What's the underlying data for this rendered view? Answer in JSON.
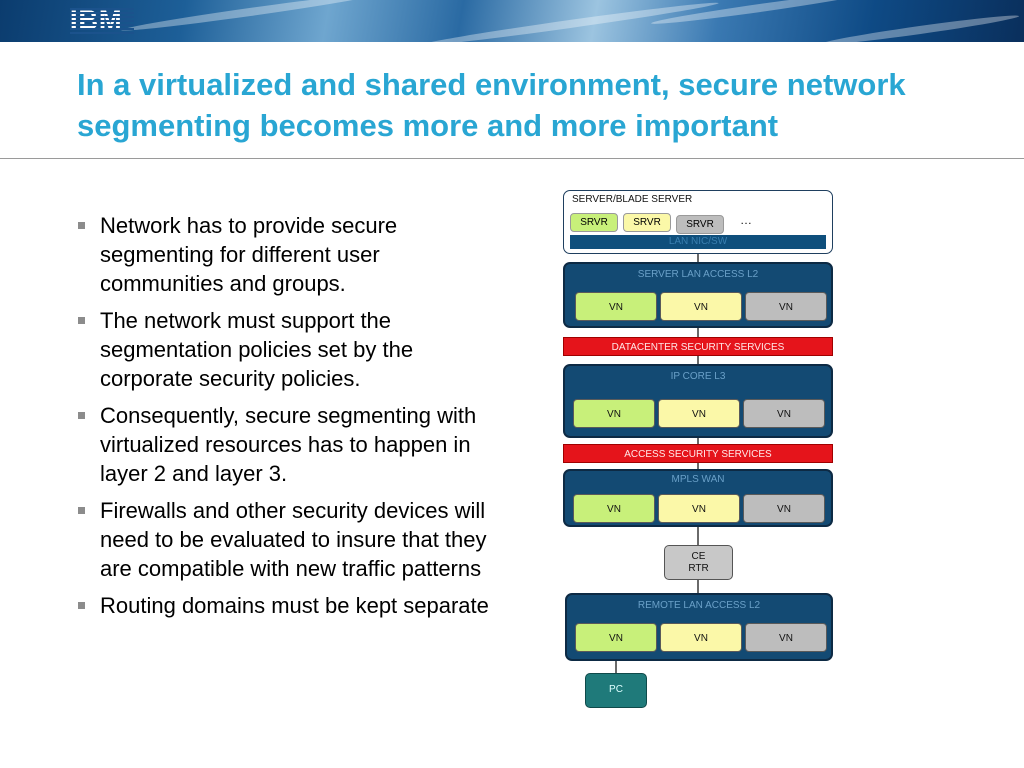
{
  "header": {
    "logo": "IBM"
  },
  "title": "In a virtualized and shared environment, secure network segmenting becomes more and more important",
  "bullets": [
    "Network has to provide secure segmenting for different user communities and groups.",
    "The network must support the segmentation policies set by the corporate security policies.",
    "Consequently, secure segmenting with virtualized resources has to happen in layer 2 and layer 3.",
    "Firewalls and other security devices will need to be evaluated to insure that they are compatible with new traffic patterns",
    "Routing domains must be kept separate"
  ],
  "diagram": {
    "server": {
      "label": "SERVER/BLADE SERVER",
      "srvr": [
        "SRVR",
        "SRVR",
        "SRVR"
      ],
      "ellipsis": "…",
      "nic": "LAN NIC/SW"
    },
    "server_lan": {
      "label": "SERVER LAN ACCESS L2",
      "vn": [
        "VN",
        "VN",
        "VN"
      ]
    },
    "dc_security": "DATACENTER SECURITY SERVICES",
    "ip_core": {
      "label": "IP CORE L3",
      "vn": [
        "VN",
        "VN",
        "VN"
      ]
    },
    "access_security": "ACCESS SECURITY SERVICES",
    "mpls": {
      "label": "MPLS WAN",
      "vn": [
        "VN",
        "VN",
        "VN"
      ]
    },
    "ce": {
      "line1": "CE",
      "line2": "RTR"
    },
    "remote_lan": {
      "label": "REMOTE LAN ACCESS L2",
      "vn": [
        "VN",
        "VN",
        "VN"
      ]
    },
    "pc": "PC"
  },
  "colors": {
    "title": "#29a6d3",
    "layer": "#134a73",
    "security": "#e5141b",
    "vn_green": "#c8f07a",
    "vn_yellow": "#fbf8a8",
    "vn_gray": "#bdbdbd",
    "pc": "#1f7a7a"
  }
}
